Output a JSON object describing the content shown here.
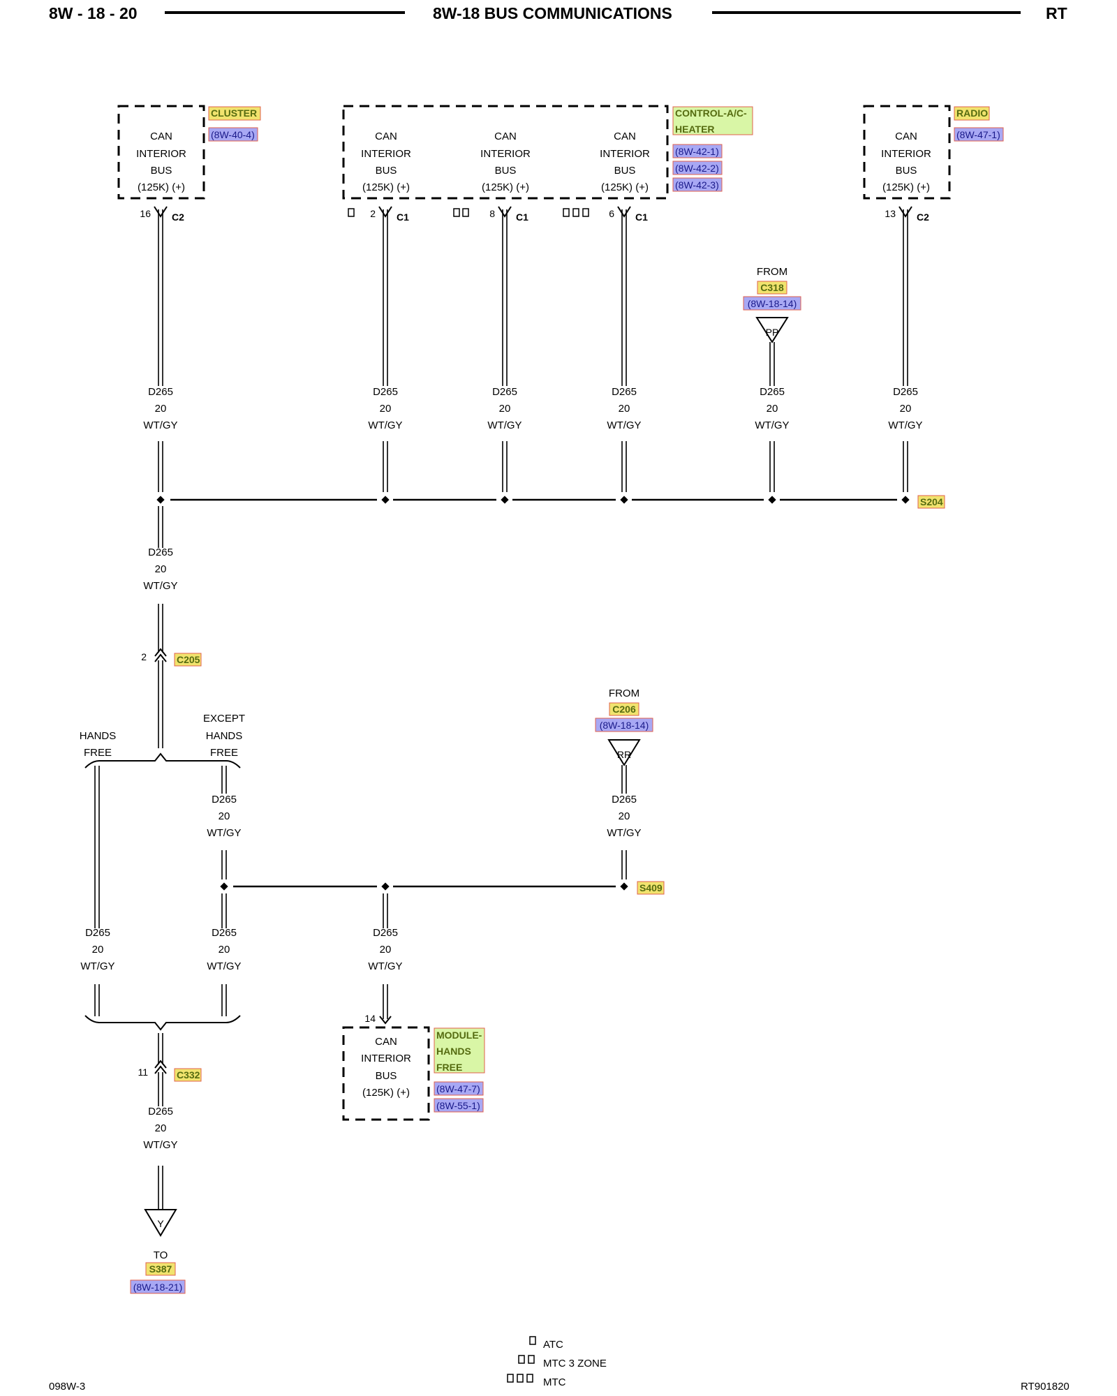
{
  "header": {
    "page_id": "8W - 18 - 20",
    "title": "8W-18 BUS COMMUNICATIONS",
    "vehicle": "RT"
  },
  "footer": {
    "left_code": "098W-3",
    "right_code": "RT901820"
  },
  "legend": [
    {
      "symbol_count": 1,
      "label": "ATC"
    },
    {
      "symbol_count": 2,
      "label": "MTC 3 ZONE"
    },
    {
      "symbol_count": 3,
      "label": "MTC"
    }
  ],
  "circuit": {
    "id": "D265",
    "gauge": "20",
    "color": "WT/GY"
  },
  "bus_text": [
    "CAN",
    "INTERIOR",
    "BUS",
    "(125K) (+)"
  ],
  "modules": {
    "cluster": {
      "name": "CLUSTER",
      "refs": [
        "(8W-40-4)"
      ],
      "pin": "16",
      "connector": "C2"
    },
    "control_ac_heater": {
      "name": [
        "CONTROL-A/C-",
        "HEATER"
      ],
      "refs": [
        "(8W-42-1)",
        "(8W-42-2)",
        "(8W-42-3)"
      ],
      "pins": [
        {
          "pin": "2",
          "connector": "C1",
          "variant_symbols": 1
        },
        {
          "pin": "8",
          "connector": "C1",
          "variant_symbols": 2
        },
        {
          "pin": "6",
          "connector": "C1",
          "variant_symbols": 3
        }
      ]
    },
    "radio": {
      "name": "RADIO",
      "refs": [
        "(8W-47-1)"
      ],
      "pin": "13",
      "connector": "C2"
    },
    "hands_free": {
      "name": [
        "MODULE-",
        "HANDS",
        "FREE"
      ],
      "refs": [
        "(8W-47-7)",
        "(8W-55-1)"
      ],
      "pin": "14"
    }
  },
  "offpage": {
    "from_c318": {
      "from": "FROM",
      "connector": "C318",
      "ref": "(8W-18-14)",
      "symbol": "PP"
    },
    "from_c206": {
      "from": "FROM",
      "connector": "C206",
      "ref": "(8W-18-14)",
      "symbol": "RR"
    },
    "to_s387": {
      "to": "TO",
      "splice": "S387",
      "ref": "(8W-18-21)",
      "symbol": "Y"
    }
  },
  "splices": {
    "s204": "S204",
    "s409": "S409"
  },
  "connectors": {
    "c205": {
      "name": "C205",
      "pin": "2"
    },
    "c332": {
      "name": "C332",
      "pin": "11"
    }
  },
  "branches": {
    "hands_free": [
      "HANDS",
      "FREE"
    ],
    "except_hands_free": [
      "EXCEPT",
      "HANDS",
      "FREE"
    ]
  },
  "colors": {
    "connector_highlight": "#f1e36e",
    "module_highlight": "#d9f6a6",
    "ref_highlight": "#a8a8f4",
    "highlight_border": "#e0604c",
    "module_text": "#556b10",
    "ref_text": "#1a1a8a"
  }
}
